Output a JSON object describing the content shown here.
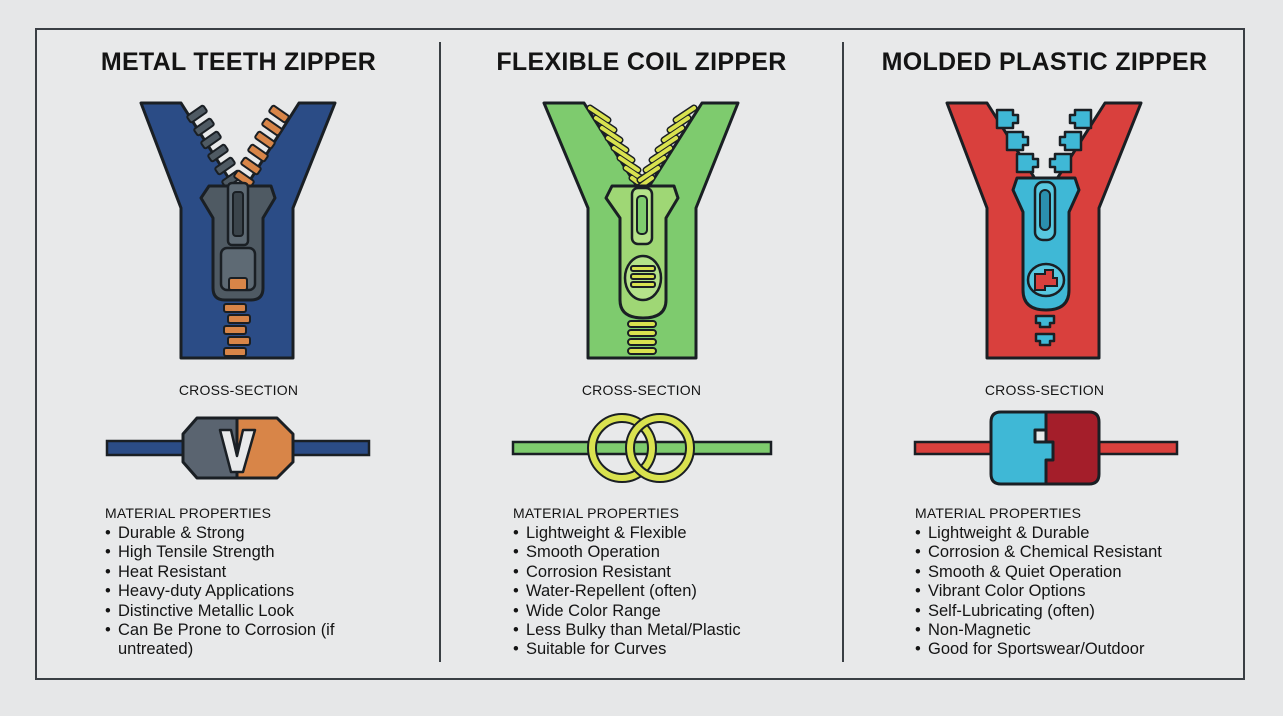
{
  "panels": [
    {
      "title": "METAL TEETH ZIPPER",
      "cross_section_label": "CROSS-SECTION",
      "properties_title": "MATERIAL PROPERTIES",
      "properties": [
        "Durable & Strong",
        "High Tensile Strength",
        "Heat Resistant",
        "Heavy-duty Applications",
        "Distinctive Metallic Look",
        "Can Be Prone to Corrosion (if untreated)"
      ],
      "colors": {
        "tape": "#2b4c86",
        "teeth_left": "#4f5a63",
        "teeth_right": "#d88548",
        "slider": "#4f5a63"
      }
    },
    {
      "title": "FLEXIBLE COIL ZIPPER",
      "cross_section_label": "CROSS-SECTION",
      "properties_title": "MATERIAL PROPERTIES",
      "properties": [
        "Lightweight & Flexible",
        "Smooth Operation",
        "Corrosion Resistant",
        "Water-Repellent (often)",
        "Wide Color Range",
        "Less Bulky than Metal/Plastic",
        "Suitable for Curves"
      ],
      "colors": {
        "tape": "#7ecb6e",
        "coil": "#d9e24f",
        "slider": "#9fd775"
      }
    },
    {
      "title": "MOLDED PLASTIC ZIPPER",
      "cross_section_label": "CROSS-SECTION",
      "properties_title": "MATERIAL PROPERTIES",
      "properties": [
        "Lightweight & Durable",
        "Corrosion & Chemical Resistant",
        "Smooth & Quiet Operation",
        "Vibrant Color Options",
        "Self-Lubricating (often)",
        "Non-Magnetic",
        "Good for Sportswear/Outdoor"
      ],
      "colors": {
        "tape": "#d9403d",
        "teeth": "#3fb8d6",
        "slider": "#3fb8d6",
        "block_right": "#a41e2a"
      }
    }
  ]
}
